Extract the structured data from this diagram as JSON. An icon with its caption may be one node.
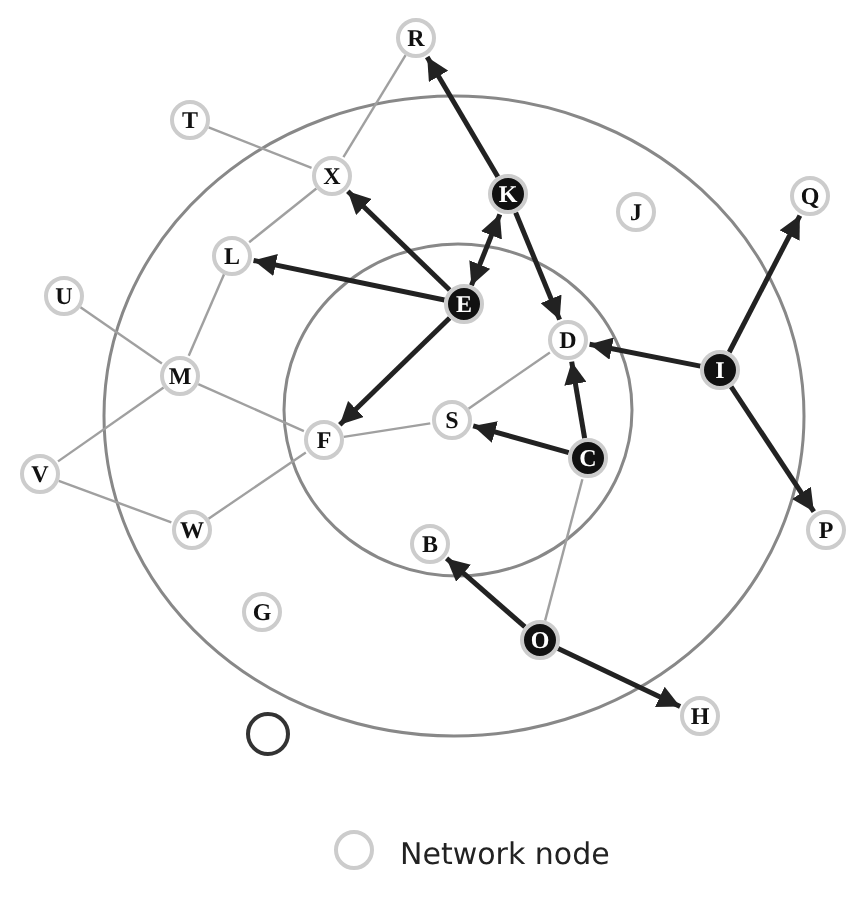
{
  "diagram": {
    "nodes": [
      {
        "text": [
          "R"
        ]
      },
      {
        "text": [
          "T"
        ]
      },
      {
        "text": [
          "X"
        ]
      },
      {
        "text": [
          "K"
        ]
      },
      {
        "text": [
          "J"
        ]
      },
      {
        "text": [
          "Q"
        ]
      },
      {
        "text": [
          "L"
        ]
      },
      {
        "text": [
          "E"
        ]
      },
      {
        "text": [
          "U"
        ]
      },
      {
        "text": [
          "D"
        ]
      },
      {
        "text": [
          "I"
        ]
      },
      {
        "text": [
          "M"
        ]
      },
      {
        "text": [
          "F"
        ]
      },
      {
        "text": [
          "S"
        ]
      },
      {
        "text": [
          "C"
        ]
      },
      {
        "text": [
          "V"
        ]
      },
      {
        "text": [
          "W"
        ]
      },
      {
        "text": [
          "P"
        ]
      },
      {
        "text": [
          "B"
        ]
      },
      {
        "text": [
          "G"
        ]
      },
      {
        "text": [
          "O"
        ]
      },
      {
        "text": [
          "H"
        ]
      },
      {
        "text": [],
        "shape": "circle"
      }
    ],
    "edges": [
      {
        "from": 0,
        "to": 2,
        "arrow": "none",
        "color": "#a0a0a0"
      },
      {
        "from": 1,
        "to": 2,
        "arrow": "none",
        "color": "#a0a0a0"
      },
      {
        "from": 2,
        "to": 6,
        "arrow": "none",
        "color": "#a0a0a0"
      },
      {
        "from": 6,
        "to": 11,
        "arrow": "none",
        "color": "#a0a0a0"
      },
      {
        "from": 8,
        "to": 11,
        "arrow": "none",
        "color": "#a0a0a0"
      },
      {
        "from": 11,
        "to": 15,
        "arrow": "none",
        "color": "#a0a0a0"
      },
      {
        "from": 11,
        "to": 12,
        "arrow": "none",
        "color": "#a0a0a0"
      },
      {
        "from": 15,
        "to": 16,
        "arrow": "none",
        "color": "#a0a0a0"
      },
      {
        "from": 16,
        "to": 12,
        "arrow": "none",
        "color": "#a0a0a0"
      },
      {
        "from": 12,
        "to": 13,
        "arrow": "none",
        "color": "#a0a0a0"
      },
      {
        "from": 13,
        "to": 9,
        "arrow": "none",
        "color": "#a0a0a0"
      },
      {
        "from": 20,
        "to": 14,
        "arrow": "none",
        "color": "#a0a0a0"
      },
      {
        "from": 3,
        "to": 0,
        "arrow": "to"
      },
      {
        "from": 7,
        "to": 2,
        "arrow": "to"
      },
      {
        "from": 7,
        "to": 6,
        "arrow": "to"
      },
      {
        "from": 7,
        "to": 12,
        "arrow": "to"
      },
      {
        "from": 7,
        "to": 3,
        "arrow": "both"
      },
      {
        "from": 3,
        "to": 9,
        "arrow": "to"
      },
      {
        "from": 10,
        "to": 9,
        "arrow": "to"
      },
      {
        "from": 10,
        "to": 5,
        "arrow": "to"
      },
      {
        "from": 10,
        "to": 17,
        "arrow": "to"
      },
      {
        "from": 14,
        "to": 9,
        "arrow": "to"
      },
      {
        "from": 14,
        "to": 13,
        "arrow": "to"
      },
      {
        "from": 20,
        "to": 18,
        "arrow": "to"
      },
      {
        "from": 20,
        "to": 21,
        "arrow": "to"
      }
    ],
    "legend": [
      {
        "text": "Network node"
      }
    ]
  }
}
